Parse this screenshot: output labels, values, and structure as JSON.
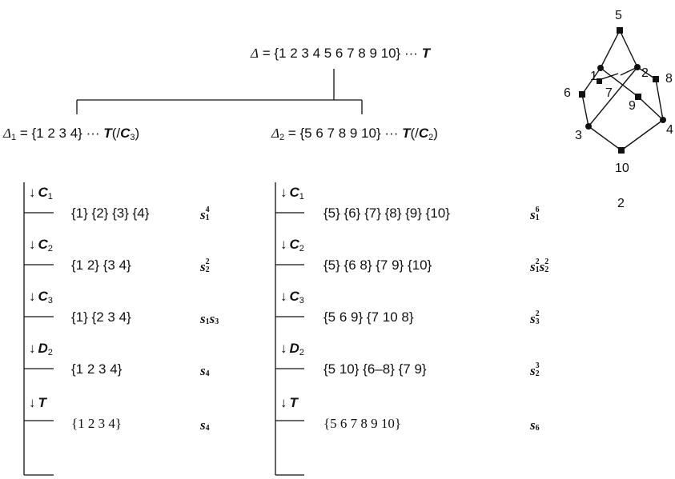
{
  "top": {
    "delta_symbol": "Δ",
    "equals_set": "= {1  2  3  4  5  6  7  8  9  10}",
    "dots": "···",
    "T": "T"
  },
  "left_head": {
    "delta": "Δ",
    "sub": "1",
    "set": "= {1  2  3  4}",
    "dots": "···",
    "T": "T",
    "paren_open": "(/",
    "C": "C",
    "C_sub": "3",
    "paren_close": ")"
  },
  "right_head": {
    "delta": "Δ",
    "sub": "2",
    "set": "= {5  6  7  8  9  10}",
    "dots": "···",
    "T": "T",
    "paren_open": "(/",
    "C": "C",
    "C_sub": "2",
    "paren_close": ")"
  },
  "arrow": "↓",
  "left_rows": [
    {
      "op": "C",
      "op_sub": "1",
      "set": "{1} {2} {3} {4}",
      "cyc": [
        {
          "s": "s",
          "sub": "1",
          "sup": "4"
        }
      ]
    },
    {
      "op": "C",
      "op_sub": "2",
      "set": "{1  2} {3  4}",
      "cyc": [
        {
          "s": "s",
          "sub": "2",
          "sup": "2"
        }
      ]
    },
    {
      "op": "C",
      "op_sub": "3",
      "set": "{1} {2  3  4}",
      "cyc": [
        {
          "s": "s",
          "sub": "1",
          "sup": ""
        },
        {
          "s": "s",
          "sub": "3",
          "sup": ""
        }
      ]
    },
    {
      "op": "D",
      "op_sub": "2",
      "set": "{1  2  3  4}",
      "cyc": [
        {
          "s": "s",
          "sub": "4",
          "sup": ""
        }
      ]
    },
    {
      "op": "T",
      "op_sub": "",
      "set": "{1  2  3  4}",
      "cyc": [
        {
          "s": "s",
          "sub": "4",
          "sup": ""
        }
      ]
    }
  ],
  "right_rows": [
    {
      "op": "C",
      "op_sub": "1",
      "set": "{5} {6} {7} {8} {9} {10}",
      "cyc": [
        {
          "s": "s",
          "sub": "1",
          "sup": "6"
        }
      ]
    },
    {
      "op": "C",
      "op_sub": "2",
      "set": "{5} {6  8} {7  9} {10}",
      "cyc": [
        {
          "s": "s",
          "sub": "1",
          "sup": "2"
        },
        {
          "s": "s",
          "sub": "2",
          "sup": "2"
        }
      ]
    },
    {
      "op": "C",
      "op_sub": "3",
      "set": "{5  6  9} {7  10  8}",
      "cyc": [
        {
          "s": "s",
          "sub": "3",
          "sup": "2"
        }
      ]
    },
    {
      "op": "D",
      "op_sub": "2",
      "set": "{5  10} {6–8} {7  9}",
      "cyc": [
        {
          "s": "s",
          "sub": "2",
          "sup": "3"
        }
      ]
    },
    {
      "op": "T",
      "op_sub": "",
      "set": "{5  6  7  8  9  10}",
      "cyc": [
        {
          "s": "s",
          "sub": "6",
          "sup": ""
        }
      ]
    }
  ],
  "graph": {
    "node_labels": [
      "5",
      "1",
      "2",
      "8",
      "6",
      "7",
      "9",
      "3",
      "4",
      "10"
    ],
    "caption": "2"
  }
}
